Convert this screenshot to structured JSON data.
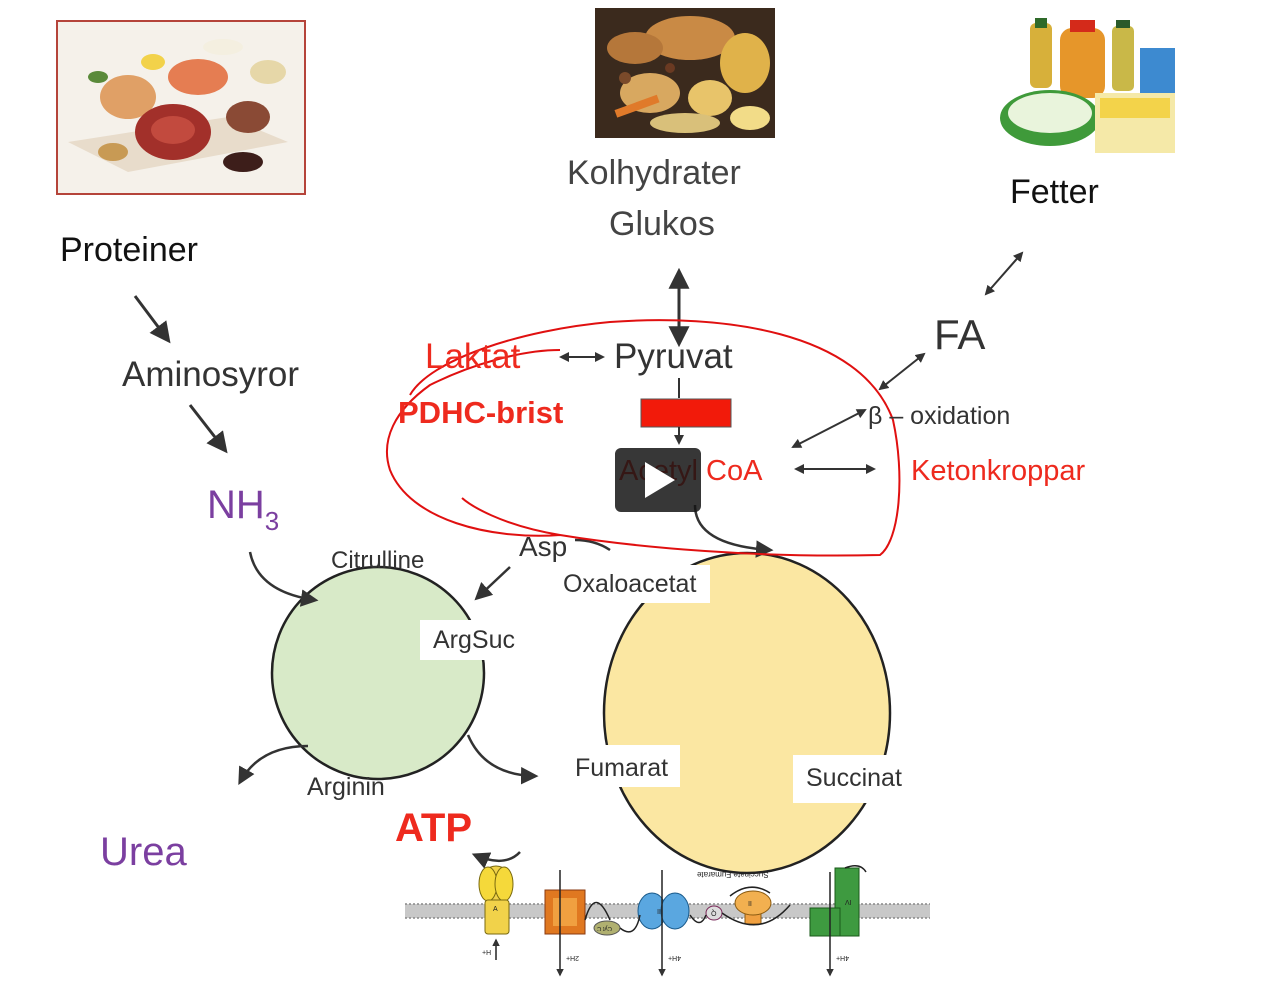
{
  "sources": {
    "protein": "Proteiner",
    "carbs_line1": "Kolhydrater",
    "carbs_line2": "Glukos",
    "fats": "Fetter"
  },
  "pathway": {
    "aminosyror": "Aminosyror",
    "nh3_base": "NH",
    "nh3_sub": "3",
    "urea": "Urea",
    "laktat": "Laktat",
    "pyruvat": "Pyruvat",
    "pdhc_brist": "PDHC-brist",
    "acetyl_coa": "Acetyl CoA",
    "ketonkroppar": "Ketonkroppar",
    "fa": "FA",
    "beta_oxidation": "β – oxidation",
    "atp": "ATP"
  },
  "urea_cycle": {
    "citrulline": "Citrulline",
    "argsuc": "ArgSuc",
    "arginin": "Arginin",
    "asp": "Asp"
  },
  "tca_cycle": {
    "oxaloacetat": "Oxaloacetat",
    "fumarat": "Fumarat",
    "succinat": "Succinat"
  },
  "etc": {
    "complex_i": "I",
    "complex_ii": "II",
    "complex_iii": "III",
    "complex_iv": "IV",
    "atp_synthase": "A",
    "q": "Q",
    "cyt_c": "Cyt C",
    "succinate_fumarate": "Succinate   Fumarate",
    "h_plus": "H+",
    "two_h_plus": "2H+",
    "four_h_plus": "4H+"
  },
  "colors": {
    "red": "#ee2a1e",
    "purple": "#7b3fa0",
    "urea_cycle_fill": "#d8eac8",
    "tca_fill": "#fbe7a2",
    "pdhc_block": "#f21a0a",
    "annotation_red": "#e01010"
  },
  "icons": {
    "play": "play-icon"
  }
}
